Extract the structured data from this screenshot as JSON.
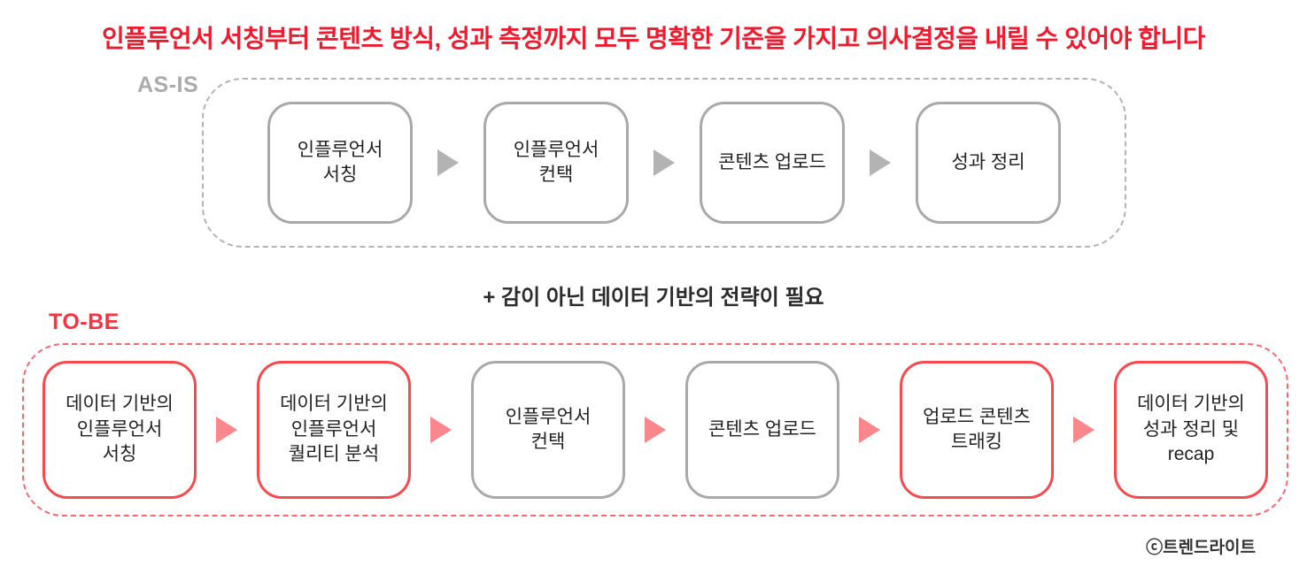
{
  "title": "인플루언서 서칭부터 콘텐츠 방식, 성과 측정까지 모두 명확한 기준을 가지고 의사결정을 내릴 수 있어야 합니다",
  "as_is": {
    "label": "AS-IS",
    "steps": [
      {
        "label": "인플루언서\n서칭",
        "highlight": false
      },
      {
        "label": "인플루언서\n컨택",
        "highlight": false
      },
      {
        "label": "콘텐츠 업로드",
        "highlight": false
      },
      {
        "label": "성과 정리",
        "highlight": false
      }
    ]
  },
  "middle_note": "+ 감이 아닌 데이터 기반의 전략이 필요",
  "to_be": {
    "label": "TO-BE",
    "steps": [
      {
        "label": "데이터 기반의\n인플루언서\n서칭",
        "highlight": true
      },
      {
        "label": "데이터 기반의\n인플루언서\n퀄리티 분석",
        "highlight": true
      },
      {
        "label": "인플루언서\n컨택",
        "highlight": false
      },
      {
        "label": "콘텐츠 업로드",
        "highlight": false
      },
      {
        "label": "업로드 콘텐츠\n트래킹",
        "highlight": true
      },
      {
        "label": "데이터 기반의\n성과 정리 및\nrecap",
        "highlight": true
      }
    ]
  },
  "footer": {
    "credit": "ⓒ트렌드라이트"
  },
  "colors": {
    "title_red": "#ee1b2e",
    "highlight_red": "#f8494f",
    "tobe_dashed_red": "#f9666e",
    "arrow_pink": "#f9878c",
    "gray_border": "#a9a9a9",
    "gray_dashed": "#b3b3b3",
    "text_dark": "#222222"
  }
}
